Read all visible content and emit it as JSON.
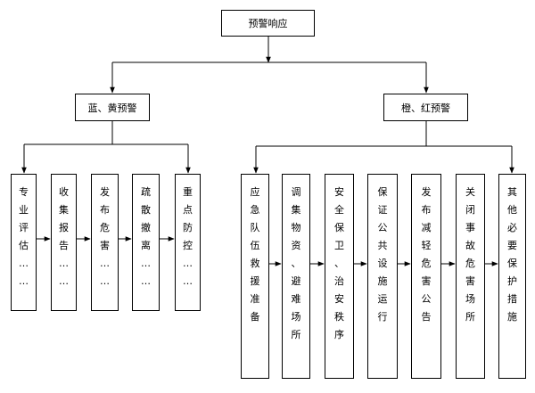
{
  "root": {
    "label": "预警响应"
  },
  "branches": [
    {
      "label": "蓝、黄预警",
      "children": [
        {
          "label": "专业评估……"
        },
        {
          "label": "收集报告……"
        },
        {
          "label": "发布危害……"
        },
        {
          "label": "疏散撤离……"
        },
        {
          "label": "重点防控……"
        }
      ]
    },
    {
      "label": "橙、红预警",
      "children": [
        {
          "label": "应急队伍救援准备"
        },
        {
          "label": "调集物资、避难场所"
        },
        {
          "label": "安全保卫、治安秩序"
        },
        {
          "label": "保证公共设施运行"
        },
        {
          "label": "发布减轻危害公告"
        },
        {
          "label": "关闭事故危害场所"
        },
        {
          "label": "其他必要保护措施"
        }
      ]
    }
  ]
}
